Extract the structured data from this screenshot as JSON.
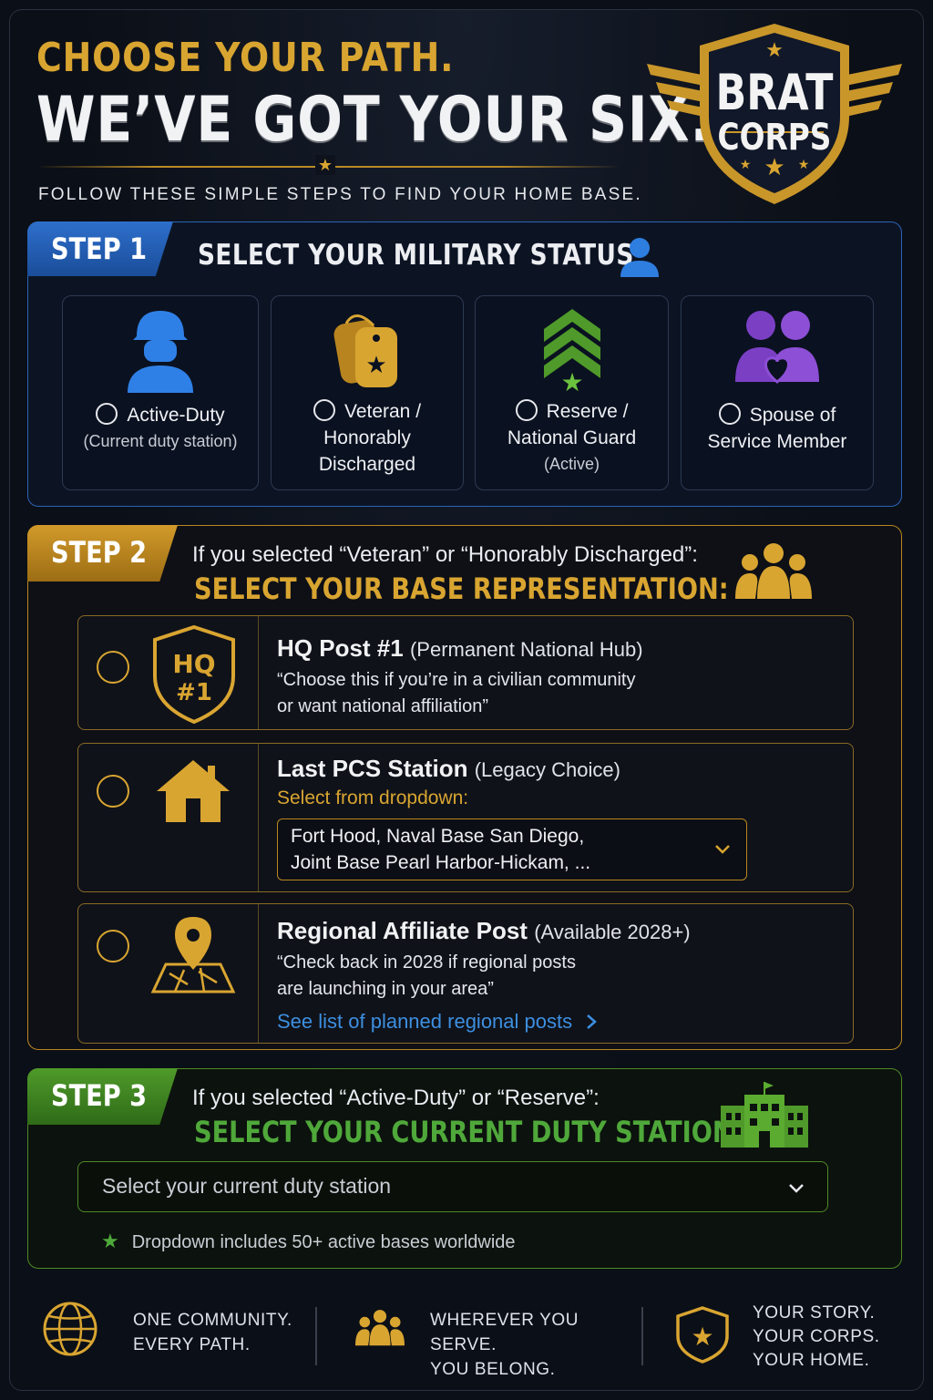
{
  "header": {
    "line1": "CHOOSE YOUR PATH.",
    "line2": "WE’VE GOT YOUR SIX.",
    "subtitle": "FOLLOW THESE SIMPLE STEPS TO FIND YOUR HOME BASE.",
    "logo_line1": "BRAT",
    "logo_line2": "CORPS"
  },
  "step1": {
    "tab": "STEP 1",
    "title": "SELECT YOUR MILITARY STATUS",
    "options": [
      {
        "label": "Active-Duty",
        "sub": "(Current duty station)"
      },
      {
        "label": "Veteran /",
        "label2": "Honorably",
        "label3": "Discharged"
      },
      {
        "label": "Reserve /",
        "label2": "National Guard",
        "sub": "(Active)"
      },
      {
        "label": "Spouse of",
        "label2": "Service Member"
      }
    ]
  },
  "step2": {
    "tab": "STEP 2",
    "intro": "If you selected “Veteran” or “Honorably Discharged”:",
    "title": "SELECT YOUR BASE REPRESENTATION:",
    "hq_badge_1": "HQ",
    "hq_badge_2": "#1",
    "options": [
      {
        "title": "HQ Post #1",
        "note": "(Permanent National Hub)",
        "body1": "“Choose this if you’re in a civilian community",
        "body2": "or want national affiliation”"
      },
      {
        "title": "Last PCS Station",
        "note": "(Legacy Choice)",
        "hint": "Select from dropdown:",
        "select1": "Fort Hood, Naval Base San Diego,",
        "select2": "Joint Base Pearl Harbor-Hickam, ..."
      },
      {
        "title": "Regional Affiliate Post",
        "note": "(Available 2028+)",
        "body1": "“Check back in 2028 if regional posts",
        "body2": "are launching in your area”",
        "link": "See list of planned regional posts"
      }
    ]
  },
  "step3": {
    "tab": "STEP 3",
    "intro": "If you selected “Active-Duty” or “Reserve”:",
    "title": "SELECT YOUR CURRENT DUTY STATION:",
    "select_placeholder": "Select your current duty station",
    "note": "Dropdown includes 50+ active bases worldwide"
  },
  "footer": [
    {
      "line1": "ONE COMMUNITY.",
      "line2": "EVERY PATH."
    },
    {
      "line1": "WHEREVER YOU SERVE.",
      "line2": "YOU BELONG."
    },
    {
      "line1": "YOUR STORY.",
      "line2": "YOUR CORPS.",
      "line3": "YOUR HOME."
    }
  ],
  "colors": {
    "gold": "#d9a531",
    "blue": "#2e6fcc",
    "green": "#4fa83a",
    "purple": "#7b3fc4",
    "background": "#0b0f17"
  }
}
